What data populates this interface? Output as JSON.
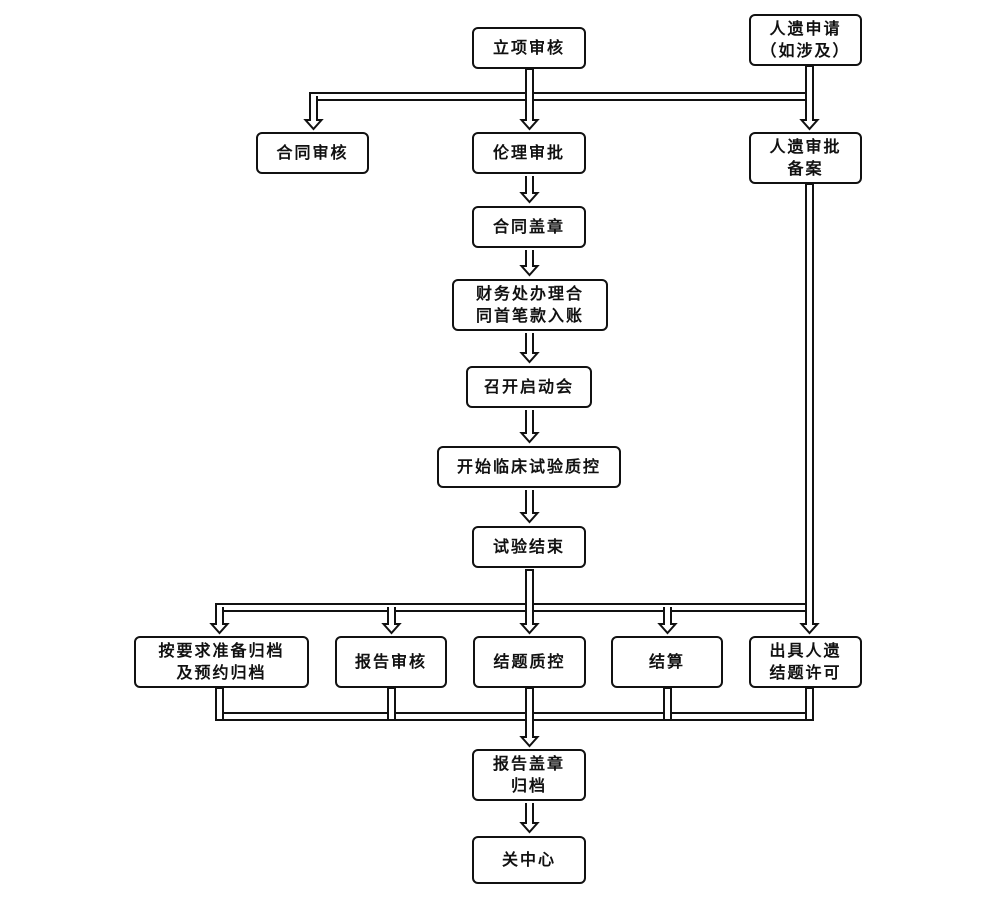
{
  "nodes": {
    "lixiang": {
      "lines": [
        "立项审核"
      ]
    },
    "renyi_shenqing": {
      "lines": [
        "人遗申请",
        "（如涉及）"
      ]
    },
    "hetong_shenhe": {
      "lines": [
        "合同审核"
      ]
    },
    "lunli": {
      "lines": [
        "伦理审批"
      ]
    },
    "renyi_shenpi": {
      "lines": [
        "人遗审批",
        "备案"
      ]
    },
    "hetong_gaizhang": {
      "lines": [
        "合同盖章"
      ]
    },
    "caiwu": {
      "lines": [
        "财务处办理合",
        "同首笔款入账"
      ]
    },
    "qidong": {
      "lines": [
        "召开启动会"
      ]
    },
    "kaishi": {
      "lines": [
        "开始临床试验质控"
      ]
    },
    "jieshu": {
      "lines": [
        "试验结束"
      ]
    },
    "guidang_prep": {
      "lines": [
        "按要求准备归档",
        "及预约归档"
      ]
    },
    "baogao_shenhe": {
      "lines": [
        "报告审核"
      ]
    },
    "jieti_zhikong": {
      "lines": [
        "结题质控"
      ]
    },
    "jiesuan": {
      "lines": [
        "结算"
      ]
    },
    "renyi_xuke": {
      "lines": [
        "出具人遗",
        "结题许可"
      ]
    },
    "baogao_gaizhang": {
      "lines": [
        "报告盖章",
        "归档"
      ]
    },
    "guan": {
      "lines": [
        "关中心"
      ]
    }
  }
}
